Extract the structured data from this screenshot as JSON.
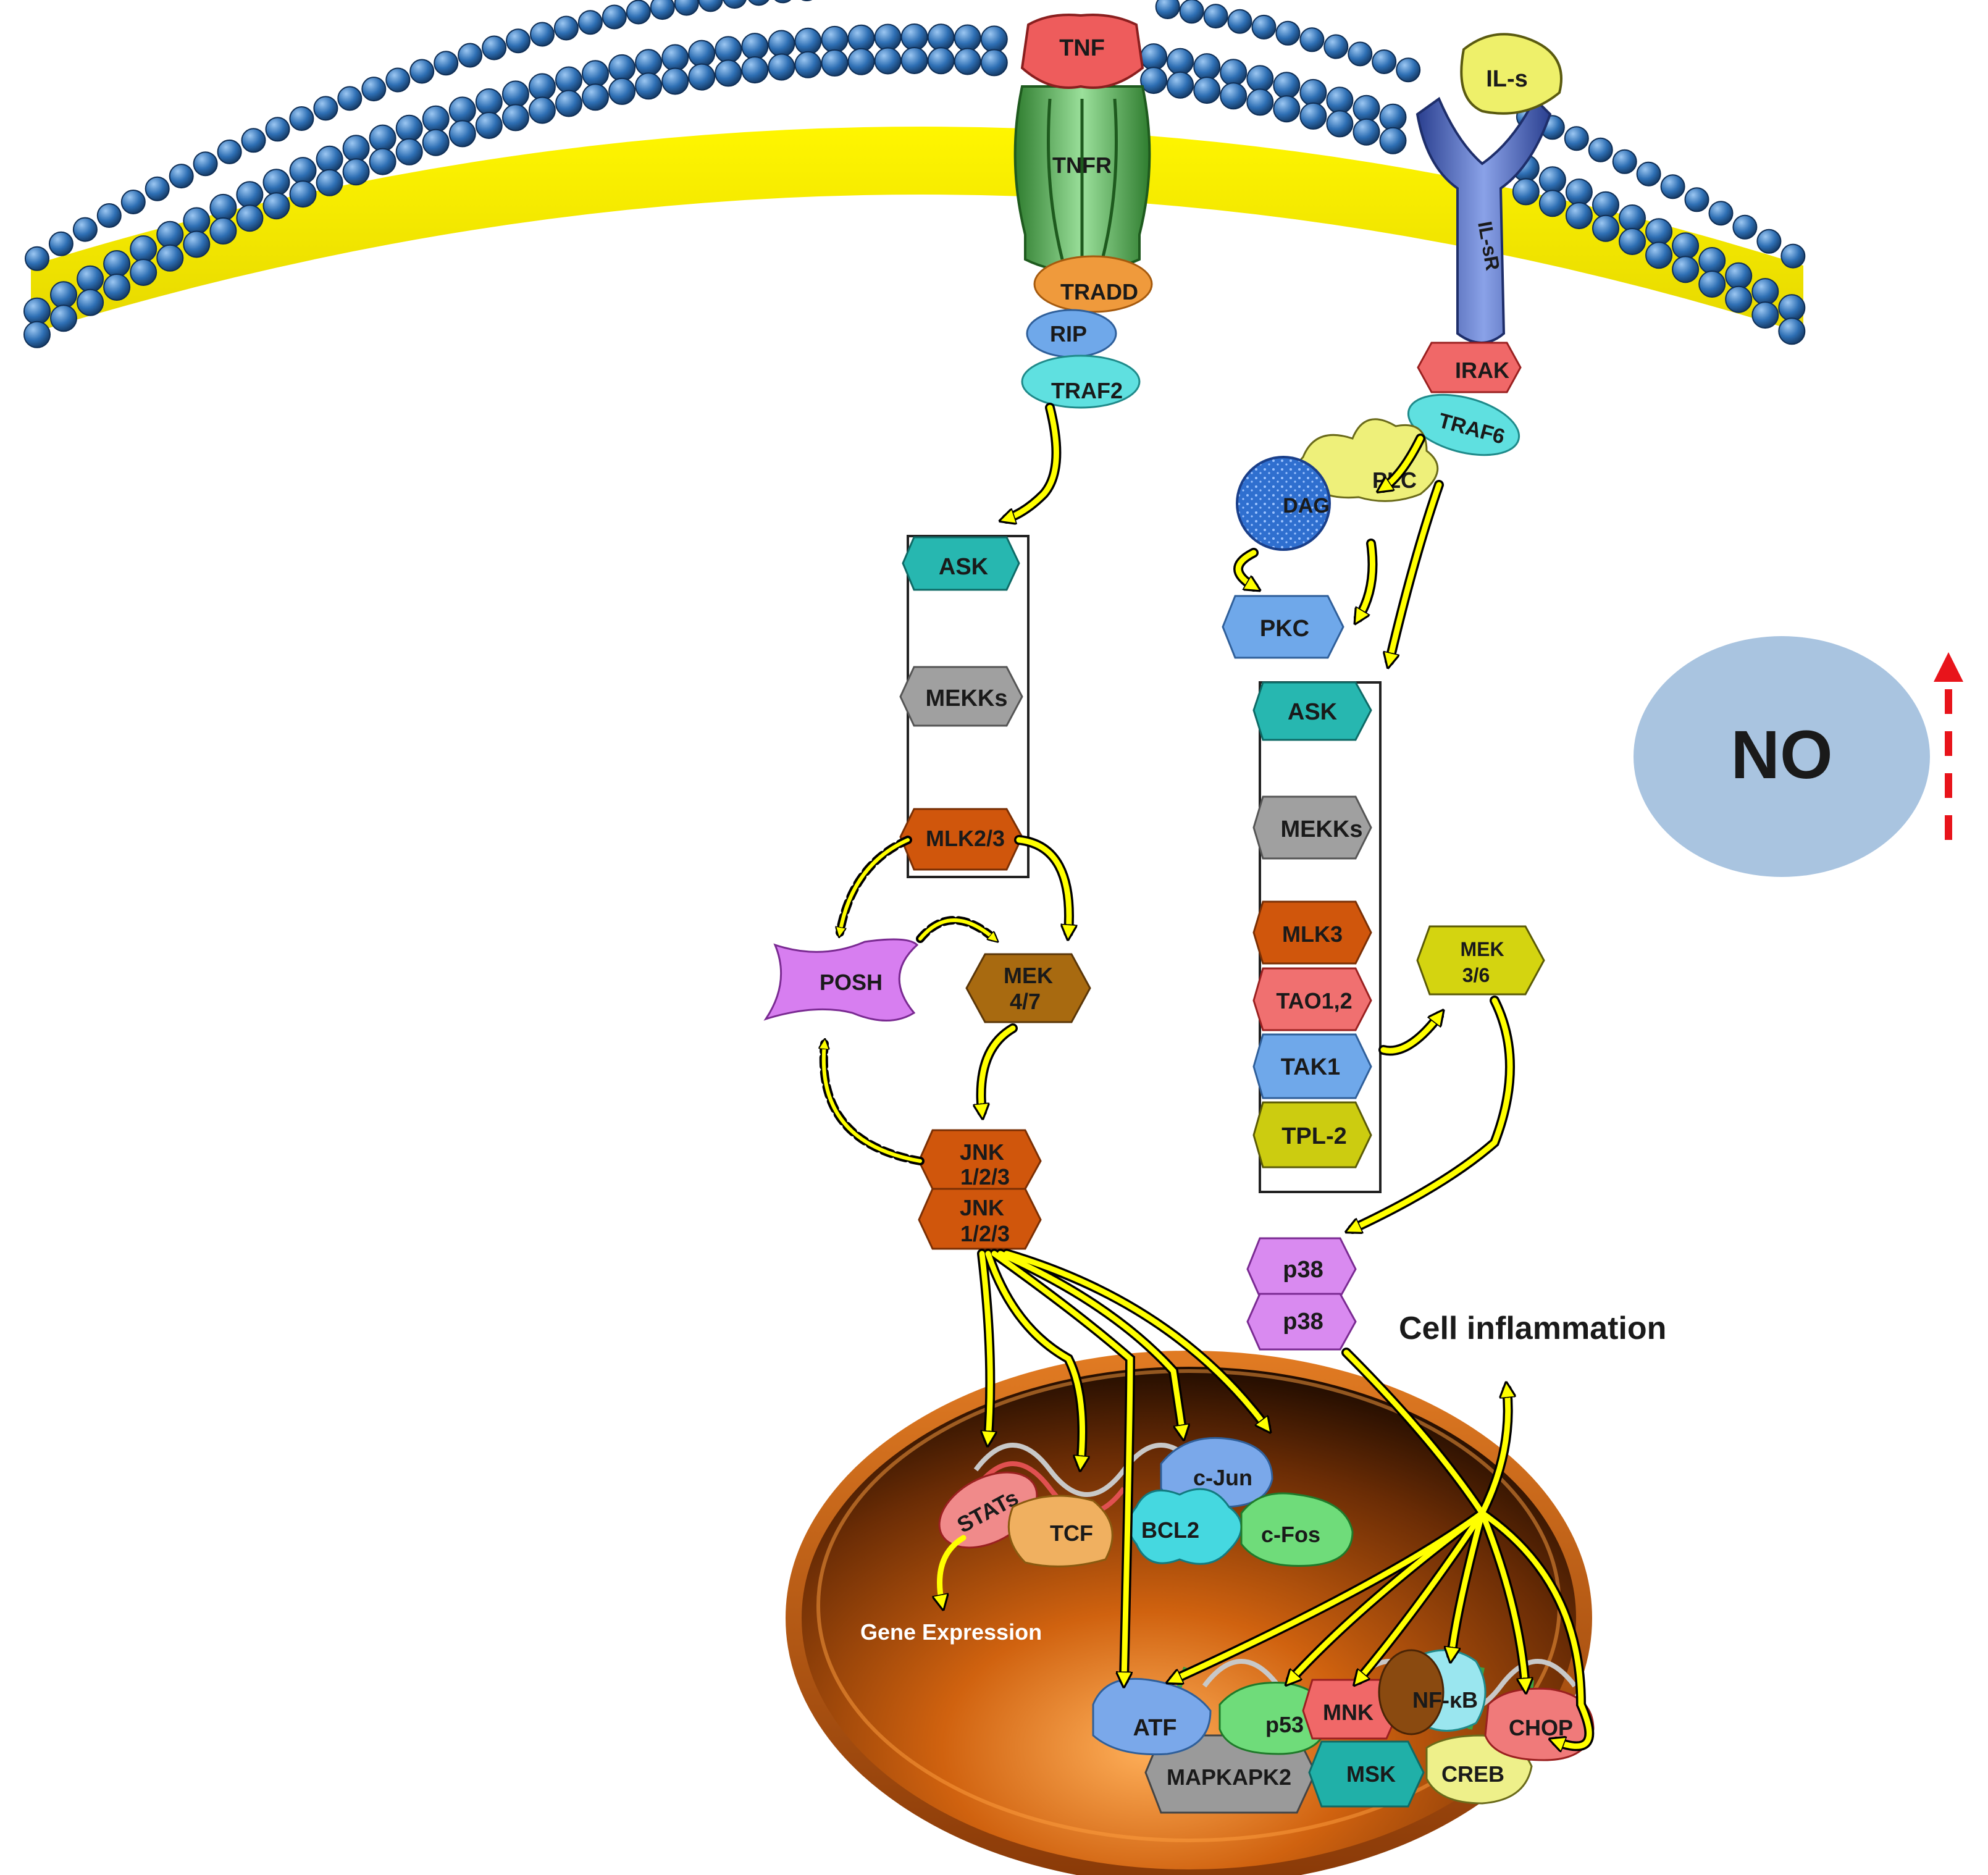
{
  "diagram": {
    "membrane": {},
    "receptors": {
      "tnf": "TNF",
      "tnfr": "TNFR",
      "tradd": "TRADD",
      "rip": "RIP",
      "traf2": "TRAF2",
      "il_s": "IL-s",
      "il_sr": "IL-sR",
      "irak": "IRAK",
      "traf6": "TRAF6"
    },
    "left_pathway": {
      "ask": "ASK",
      "mekks": "MEKKs",
      "mlk": "MLK2/3",
      "posh": "POSH",
      "mek47_line1": "MEK",
      "mek47_line2": "4/7",
      "jnk_line1": "JNK",
      "jnk_line2": "1/2/3"
    },
    "right_pathway": {
      "plc": "PLC",
      "dag": "DAG",
      "pkc": "PKC",
      "ask": "ASK",
      "mekks": "MEKKs",
      "mlk3": "MLK3",
      "tao": "TAO1,2",
      "tak1": "TAK1",
      "tpl2": "TPL-2",
      "mek36_line1": "MEK",
      "mek36_line2": "3/6",
      "p38": "p38"
    },
    "nucleus": {
      "stats": "STATs",
      "tcf": "TCF",
      "cjun": "c-Jun",
      "bcl2": "BCL2",
      "cfos": "c-Fos",
      "gene_expression": "Gene Expression",
      "atf": "ATF",
      "p53": "p53",
      "mnk": "MNK",
      "nfkb": "NF-κB",
      "chop": "CHOP",
      "mapkapk2": "MAPKAPK2",
      "msk": "MSK",
      "creb": "CREB"
    },
    "outcome": {
      "cell_inflammation": "Cell inflammation",
      "no": "NO"
    },
    "colors": {
      "arrow": "#ffff00",
      "arrow_outline": "#000000",
      "no_circle": "#a9c4e0",
      "red_arrow": "#e8141b"
    }
  }
}
